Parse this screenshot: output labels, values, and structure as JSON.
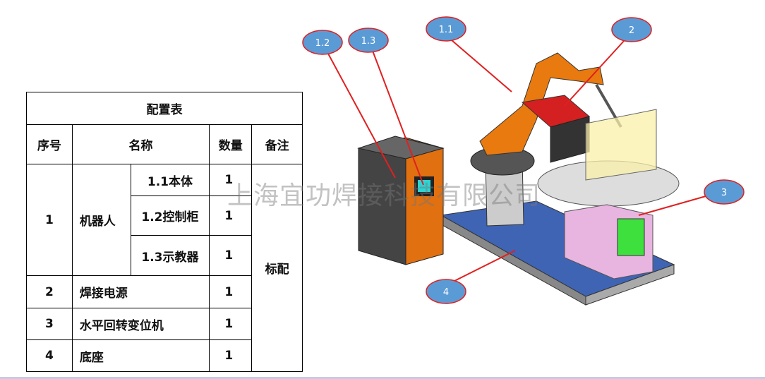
{
  "table": {
    "title": "配置表",
    "headers": [
      "序号",
      "名称",
      "数量",
      "备注"
    ],
    "rows": [
      {
        "no": "1",
        "name": "机器人",
        "sub": [
          {
            "name": "1.1本体",
            "qty": "1"
          },
          {
            "name": "1.2控制柜",
            "qty": "1"
          },
          {
            "name": "1.3示教器",
            "qty": "1"
          }
        ]
      },
      {
        "no": "2",
        "name": "焊接电源",
        "qty": "1"
      },
      {
        "no": "3",
        "name": "水平回转变位机",
        "qty": "1"
      },
      {
        "no": "4",
        "name": "底座",
        "qty": "1"
      }
    ],
    "remark": "标配"
  },
  "callouts": [
    "1.2",
    "1.3",
    "1.1",
    "2",
    "3",
    "4"
  ],
  "watermark": "上海宜功焊接科技有限公司",
  "colors": {
    "callout_fill": "#5b9bd5",
    "callout_border": "#e02020",
    "robot": "#e87a10",
    "base": "#3f64b4",
    "positioner": "#e8b4e0"
  }
}
